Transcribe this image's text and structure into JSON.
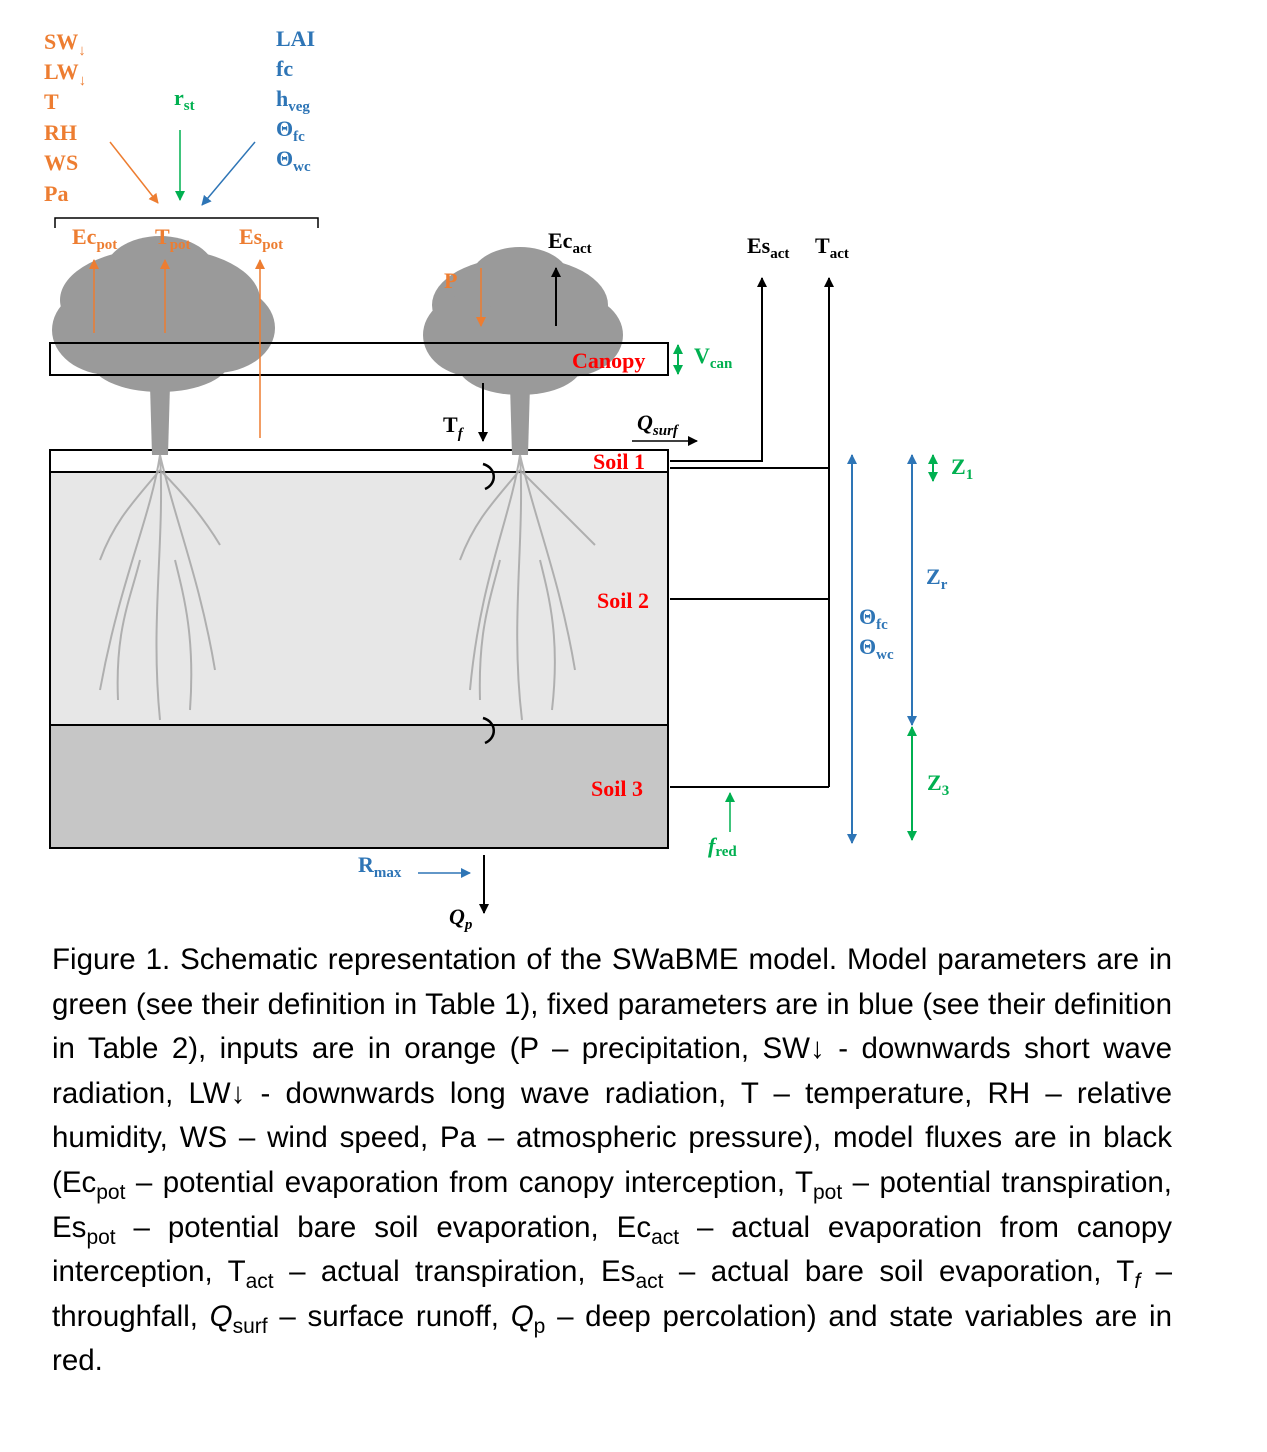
{
  "colors": {
    "parameter_green": "#00B050",
    "fixed_blue": "#2E75B6",
    "input_orange": "#ED7D31",
    "flux_black": "#000000",
    "state_red": "#FF0000",
    "tree_gray": "#9a9a9a",
    "soil2_fill": "#e7e7e7",
    "soil3_fill": "#c6c6c6"
  },
  "inputs": {
    "sw": "SW",
    "lw": "LW",
    "down_arrow": "↓",
    "t": "T",
    "rh": "RH",
    "ws": "WS",
    "pa": "Pa",
    "p": "P"
  },
  "fixed_params": {
    "lai": "LAI",
    "fc": "fc",
    "h": "h",
    "veg": "veg",
    "theta": "Θ",
    "fc_sub": "fc",
    "wc_sub": "wc",
    "z": "Z",
    "r_sub": "r",
    "r": "R",
    "max_sub": "max"
  },
  "params": {
    "r": "r",
    "st": "st",
    "v": "V",
    "can": "can",
    "z": "Z",
    "one": "1",
    "three": "3",
    "f": "f",
    "red": "red"
  },
  "fluxes": {
    "ec": "Ec",
    "es": "Es",
    "t": "T",
    "pot": "pot",
    "act": "act",
    "tf": "T",
    "tf_sub": "f",
    "q": "Q",
    "surf": "surf",
    "p_sub": "p"
  },
  "states": {
    "canopy": "Canopy",
    "soil1": "Soil 1",
    "soil2": "Soil 2",
    "soil3": "Soil 3"
  },
  "caption": {
    "part1": "Figure 1. Schematic representation of the SWaBME model. Model parameters are in green (see their definition in Table 1), fixed parameters are in blue (see their definition in Table 2), inputs are in orange (P – precipitation, SW↓ - downwards short wave radiation, LW↓ - downwards long wave radiation, T – temperature, RH – relative humidity, WS – wind speed, Pa – atmospheric pressure), model fluxes are in black (Ec",
    "pot1": "pot",
    "part2": " – potential evaporation from canopy interception, T",
    "pot2": "pot",
    "part3": " – potential transpiration, Es",
    "pot3": "pot",
    "part4": " – potential bare soil evaporation, Ec",
    "act1": "act",
    "part5": " – actual evaporation from canopy interception, T",
    "act2": "act",
    "part6": " – actual transpiration, Es",
    "act3": "act",
    "part7": " – actual bare soil evaporation, T",
    "f_sub": "f",
    "part8": " – throughfall, ",
    "q1": "Q",
    "surf": "surf",
    "part9": " – surface runoff, ",
    "q2": "Q",
    "p_sub": "p",
    "part10": " – deep percolation) and state variables are in red."
  }
}
